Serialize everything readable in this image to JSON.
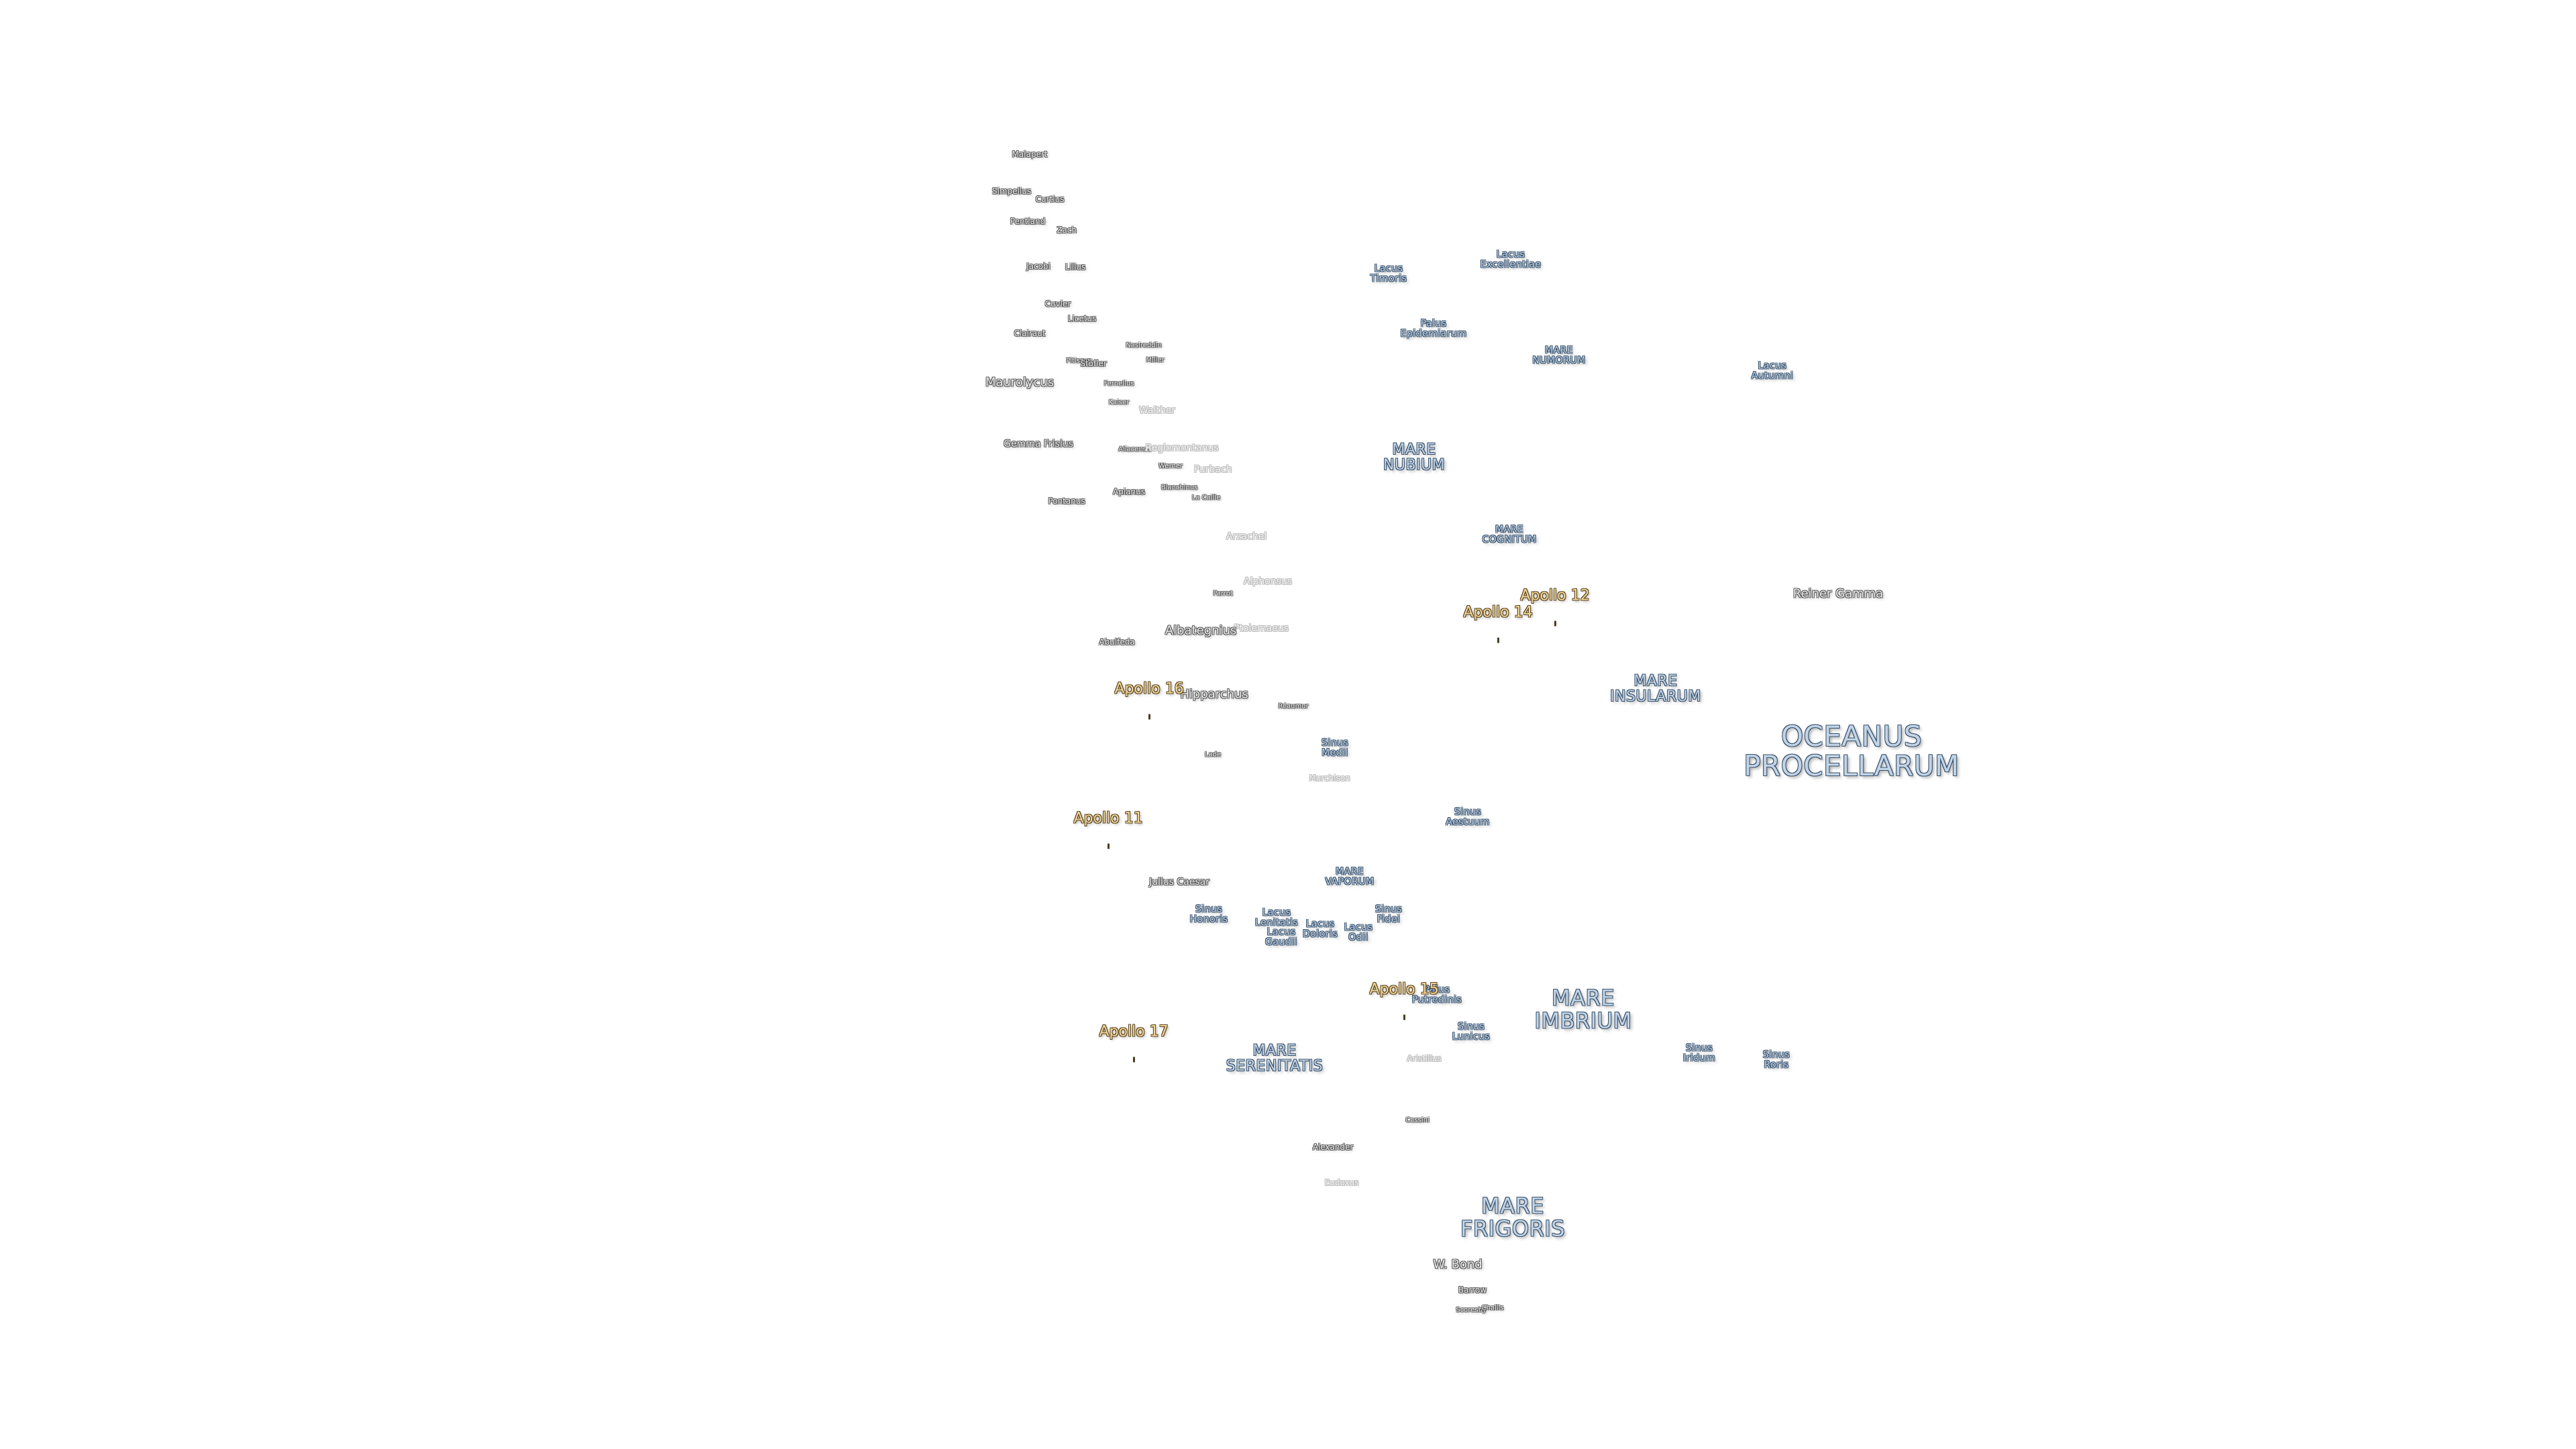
{
  "features": [
    {
      "text": "OCEANUS\nPROCELLARUM",
      "kind": "sea",
      "size": "xl"
    },
    {
      "text": "MARE\nIMBRIUM",
      "kind": "sea",
      "size": "lg"
    },
    {
      "text": "MARE\nFRIGORIS",
      "kind": "sea",
      "size": "lg"
    },
    {
      "text": "MARE\nSERENITATIS",
      "kind": "sea",
      "size": "md"
    },
    {
      "text": "MARE\nNUBIUM",
      "kind": "sea",
      "size": "md"
    },
    {
      "text": "MARE\nINSULARUM",
      "kind": "sea",
      "size": "md"
    },
    {
      "text": "MARE\nNUMORUM",
      "kind": "sea",
      "size": "sm"
    },
    {
      "text": "MARE\nCOGNITUM",
      "kind": "sea",
      "size": "sm"
    },
    {
      "text": "MARE\nVAPORUM",
      "kind": "sea",
      "size": "sm"
    },
    {
      "text": "Palus\nEpidemiarum",
      "kind": "sea",
      "size": "sm"
    },
    {
      "text": "Lacus\nExcellentiae",
      "kind": "sea",
      "size": "sm"
    },
    {
      "text": "Lacus\nTimoris",
      "kind": "sea",
      "size": "sm"
    },
    {
      "text": "Lacus\nAutumni",
      "kind": "sea",
      "size": "sm"
    },
    {
      "text": "Sinus\nAestuum",
      "kind": "sea",
      "size": "sm"
    },
    {
      "text": "Sinus\nMedii",
      "kind": "sea",
      "size": "sm"
    },
    {
      "text": "Sinus\nIridum",
      "kind": "sea",
      "size": "sm"
    },
    {
      "text": "Sinus\nRoris",
      "kind": "sea",
      "size": "sm"
    },
    {
      "text": "Sinus\nLunicus",
      "kind": "sea",
      "size": "sm"
    },
    {
      "text": "Sinus\nHonoris",
      "kind": "sea",
      "size": "sm"
    },
    {
      "text": "Sinus\nFidei",
      "kind": "sea",
      "size": "sm"
    },
    {
      "text": "Lacus\nLenitatis",
      "kind": "sea",
      "size": "sm"
    },
    {
      "text": "Lacus\nGaudii",
      "kind": "sea",
      "size": "sm"
    },
    {
      "text": "Lacus\nDoloris",
      "kind": "sea",
      "size": "sm"
    },
    {
      "text": "Lacus\nOdii",
      "kind": "sea",
      "size": "sm"
    },
    {
      "text": "Palus\nPutredinis",
      "kind": "sea",
      "size": "sm"
    },
    {
      "text": "Reiner Gamma",
      "kind": "crater",
      "size": "md"
    },
    {
      "text": "Malapert",
      "kind": "crater",
      "size": "sm"
    },
    {
      "text": "Simpelius",
      "kind": "crater",
      "size": "sm"
    },
    {
      "text": "Curtius",
      "kind": "crater",
      "size": "sm"
    },
    {
      "text": "Pentland",
      "kind": "crater",
      "size": "sm"
    },
    {
      "text": "Zach",
      "kind": "crater",
      "size": "sm"
    },
    {
      "text": "Jacobi",
      "kind": "crater",
      "size": "sm"
    },
    {
      "text": "Lilius",
      "kind": "crater",
      "size": "sm"
    },
    {
      "text": "Cuvier",
      "kind": "crater",
      "size": "sm"
    },
    {
      "text": "Clairaut",
      "kind": "crater",
      "size": "sm"
    },
    {
      "text": "Licetus",
      "kind": "crater",
      "size": "sm"
    },
    {
      "text": "Maurolycus",
      "kind": "crater",
      "size": "md"
    },
    {
      "text": "Gemma Frisius",
      "kind": "crater",
      "size": "md"
    },
    {
      "text": "Pontanus",
      "kind": "crater",
      "size": "sm"
    },
    {
      "text": "Nasireddin",
      "kind": "crater",
      "size": "xs"
    },
    {
      "text": "Miller",
      "kind": "crater",
      "size": "xs"
    },
    {
      "text": "Pitiscus",
      "kind": "crater",
      "size": "xs"
    },
    {
      "text": "Fernelius",
      "kind": "crater",
      "size": "xs"
    },
    {
      "text": "Stöfler",
      "kind": "crater",
      "size": "sm"
    },
    {
      "text": "Kaiser",
      "kind": "crater",
      "size": "xs"
    },
    {
      "text": "Walther",
      "kind": "faint",
      "size": "md"
    },
    {
      "text": "Aliacensis",
      "kind": "crater",
      "size": "xs"
    },
    {
      "text": "Regiomontanus",
      "kind": "faint",
      "size": "md"
    },
    {
      "text": "Werner",
      "kind": "crater",
      "size": "xs"
    },
    {
      "text": "Purbach",
      "kind": "faint",
      "size": "md"
    },
    {
      "text": "Apianus",
      "kind": "crater",
      "size": "sm"
    },
    {
      "text": "Blanchinus",
      "kind": "crater",
      "size": "xs"
    },
    {
      "text": "La Caille",
      "kind": "crater",
      "size": "xs"
    },
    {
      "text": "Arzachel",
      "kind": "faint",
      "size": "md"
    },
    {
      "text": "Alphonsus",
      "kind": "faint",
      "size": "md"
    },
    {
      "text": "Parrot",
      "kind": "crater",
      "size": "xs"
    },
    {
      "text": "Ptolemaeus",
      "kind": "faint",
      "size": "md"
    },
    {
      "text": "Albategnius",
      "kind": "crater",
      "size": "lg"
    },
    {
      "text": "Abulfeda",
      "kind": "crater",
      "size": "sm"
    },
    {
      "text": "Hipparchus",
      "kind": "crater",
      "size": "lg"
    },
    {
      "text": "Réaumur",
      "kind": "crater",
      "size": "xs"
    },
    {
      "text": "Lade",
      "kind": "crater",
      "size": "xs"
    },
    {
      "text": "Murchison",
      "kind": "faint",
      "size": "sm"
    },
    {
      "text": "Julius Caesar",
      "kind": "crater",
      "size": "md"
    },
    {
      "text": "Aristillus",
      "kind": "faint",
      "size": "sm"
    },
    {
      "text": "Cassini",
      "kind": "crater",
      "size": "xs"
    },
    {
      "text": "Alexander",
      "kind": "crater",
      "size": "sm"
    },
    {
      "text": "Eudoxus",
      "kind": "faint",
      "size": "sm"
    },
    {
      "text": "W. Bond",
      "kind": "crater",
      "size": "lg"
    },
    {
      "text": "Barrow",
      "kind": "crater",
      "size": "sm"
    },
    {
      "text": "Scoresby",
      "kind": "crater",
      "size": "xs"
    },
    {
      "text": "Challis",
      "kind": "crater",
      "size": "xs"
    },
    {
      "text": "Apollo 12",
      "kind": "apollo",
      "size": "md"
    },
    {
      "text": "Apollo 14",
      "kind": "apollo",
      "size": "md"
    },
    {
      "text": "Apollo 16",
      "kind": "apollo",
      "size": "md"
    },
    {
      "text": "Apollo 11",
      "kind": "apollo",
      "size": "md"
    },
    {
      "text": "Apollo 15",
      "kind": "apollo",
      "size": "md"
    },
    {
      "text": "Apollo 17",
      "kind": "apollo",
      "size": "md"
    }
  ]
}
